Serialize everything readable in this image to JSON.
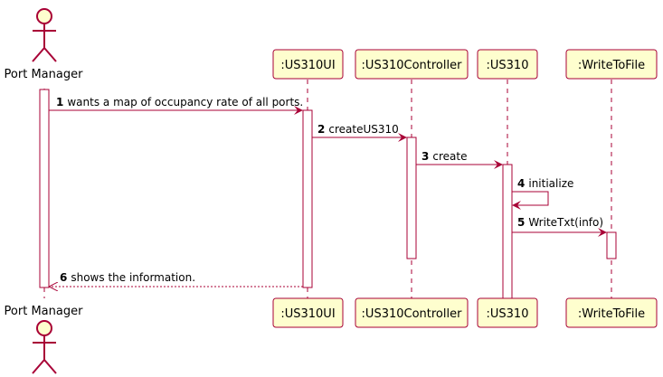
{
  "colors": {
    "arrow": "#A80036",
    "box_fill": "#FEFECE",
    "box_border": "#A80036",
    "lifeline": "#A80036",
    "activation_fill": "#FFFFFF"
  },
  "actor": {
    "label": "Port Manager",
    "icon": "stick-figure-icon"
  },
  "participants": [
    {
      "id": "ui",
      "label": ":US310UI"
    },
    {
      "id": "ctrl",
      "label": ":US310Controller"
    },
    {
      "id": "us",
      "label": ":US310"
    },
    {
      "id": "wtf",
      "label": ":WriteToFile"
    }
  ],
  "messages": [
    {
      "num": "1",
      "text": "wants a map of occupancy rate of all ports.",
      "from": "actor",
      "to": "ui",
      "style": "solid"
    },
    {
      "num": "2",
      "text": "createUS310",
      "from": "ui",
      "to": "ctrl",
      "style": "solid"
    },
    {
      "num": "3",
      "text": "create",
      "from": "ctrl",
      "to": "us",
      "style": "solid"
    },
    {
      "num": "4",
      "text": "initialize",
      "from": "us",
      "to": "us",
      "style": "self"
    },
    {
      "num": "5",
      "text": "WriteTxt(info)",
      "from": "us",
      "to": "wtf",
      "style": "solid"
    },
    {
      "num": "6",
      "text": "shows the information.",
      "from": "ui",
      "to": "actor",
      "style": "dashed"
    }
  ]
}
